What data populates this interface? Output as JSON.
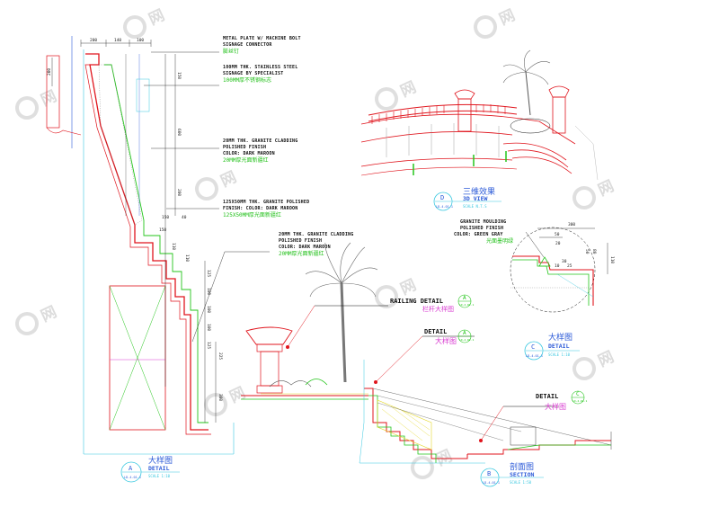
{
  "watermark": {
    "text": "网",
    "count_hint": "repeated"
  },
  "colors": {
    "red": "#e0151d",
    "green": "#24c51b",
    "cyan": "#39c8e0",
    "blue": "#2d5bd8",
    "magenta": "#d83ad0",
    "black": "#111111",
    "yellow": "#e4d82a"
  },
  "notes": [
    {
      "en1": "METAL PLATE W/ MACHINE BOLT",
      "en2": "SIGNAGE CONNECTOR",
      "zh": "膨丝钉"
    },
    {
      "en1": "100MM THK. STAINLESS STEEL",
      "en2": "SIGNAGE BY SPECIALIST",
      "zh": "100MM厚不锈钢标志"
    },
    {
      "en1": "20MM THK. GRANITE CLADDING",
      "en2": "POLISHED FINISH",
      "en3": "COLOR: DARK MAROON",
      "zh": "20MM厚光面新疆红"
    },
    {
      "en1": "125X50MM THK. GRANITE POLISHED",
      "en2": "FINISH: COLOR: DARK MAROON",
      "zh": "125X50MM厚光面新疆红"
    },
    {
      "en1": "20MM THK. GRANITE CLADDING",
      "en2": "POLISHED FINISH",
      "en3": "COLOR: DARK MAROON",
      "zh": "20MM厚光面新疆红"
    },
    {
      "en1": "GRANITE MOULDING",
      "en2": "POLISHED FINISH",
      "en3": "COLOR: GREEN GRAY",
      "zh": "光面墨明绿"
    }
  ],
  "dims_top": [
    "200",
    "140",
    "100"
  ],
  "dims_left": [
    "200"
  ],
  "dims_mid": [
    "150",
    "600",
    "200",
    "150",
    "150",
    "40",
    "110",
    "110",
    "125",
    "100",
    "100",
    "100",
    "125",
    "225",
    "300"
  ],
  "dims_c": [
    "300",
    "50",
    "20",
    "10",
    "25",
    "30",
    "50",
    "80",
    "110"
  ],
  "callouts": {
    "railing": {
      "label": "RAILING DETAIL",
      "zh": "栏杆大样图",
      "letter": "A",
      "ref": "LD-4.01.1"
    },
    "detail_a": {
      "label": "DETAIL",
      "zh": "大样图",
      "letter": "A",
      "ref": "LD-4.01.1"
    },
    "detail_c": {
      "label": "DETAIL",
      "zh": "大样图",
      "letter": "C",
      "ref": "LD-4.01.1"
    }
  },
  "titles": {
    "a": {
      "letter": "A",
      "ref": "LD-4.01.1",
      "zh": "大样图",
      "en": "DETAIL",
      "scale": "SCALE 1:10"
    },
    "b": {
      "letter": "B",
      "ref": "LD-4.01.1",
      "zh": "剖面图",
      "en": "SECTION",
      "scale": "SCALE 1:50"
    },
    "c": {
      "letter": "C",
      "ref": "LD-4.01.1",
      "zh": "大样图",
      "en": "DETAIL",
      "scale": "SCALE 1:10"
    },
    "d": {
      "letter": "D",
      "ref": "LD-4.01.1",
      "zh": "三维效果",
      "en": "3D VIEW",
      "scale": "SCALE N.T.S"
    }
  }
}
